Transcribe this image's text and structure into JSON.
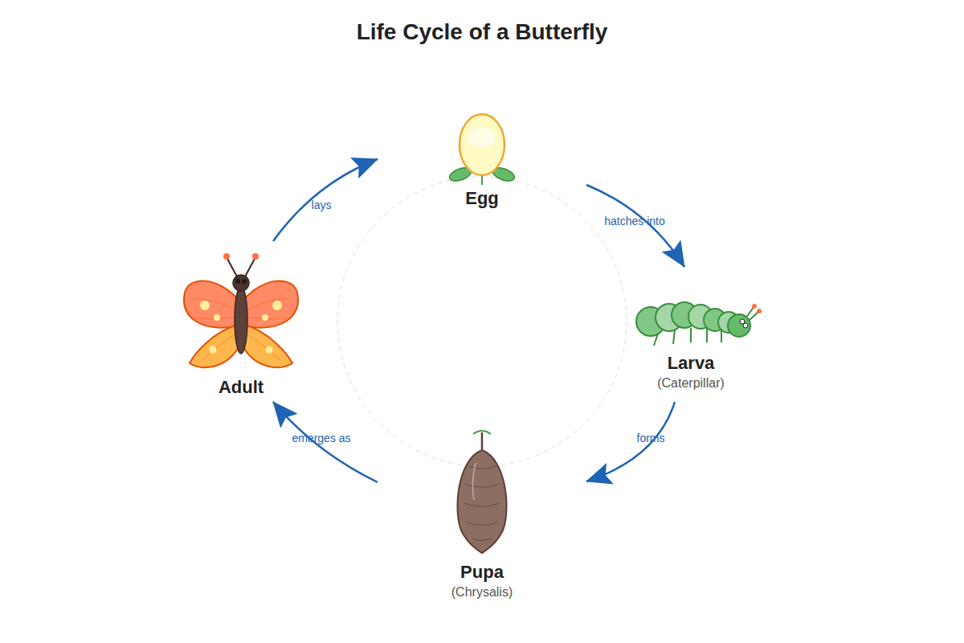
{
  "diagram": {
    "title": "Life Cycle of a Butterfly",
    "nodes": [
      {
        "text": [
          "Egg"
        ]
      },
      {
        "text": [
          "Larva",
          "(Caterpillar)"
        ]
      },
      {
        "text": [
          "Pupa",
          "(Chrysalis)"
        ]
      },
      {
        "text": [
          "Adult"
        ]
      }
    ],
    "edges": [
      {
        "from": 0,
        "to": 1,
        "label": "hatches into",
        "arrow": "to"
      },
      {
        "from": 1,
        "to": 2,
        "label": "forms",
        "arrow": "to"
      },
      {
        "from": 2,
        "to": 3,
        "label": "emerges as",
        "arrow": "to"
      },
      {
        "from": 3,
        "to": 0,
        "label": "lays",
        "arrow": "to"
      }
    ]
  }
}
